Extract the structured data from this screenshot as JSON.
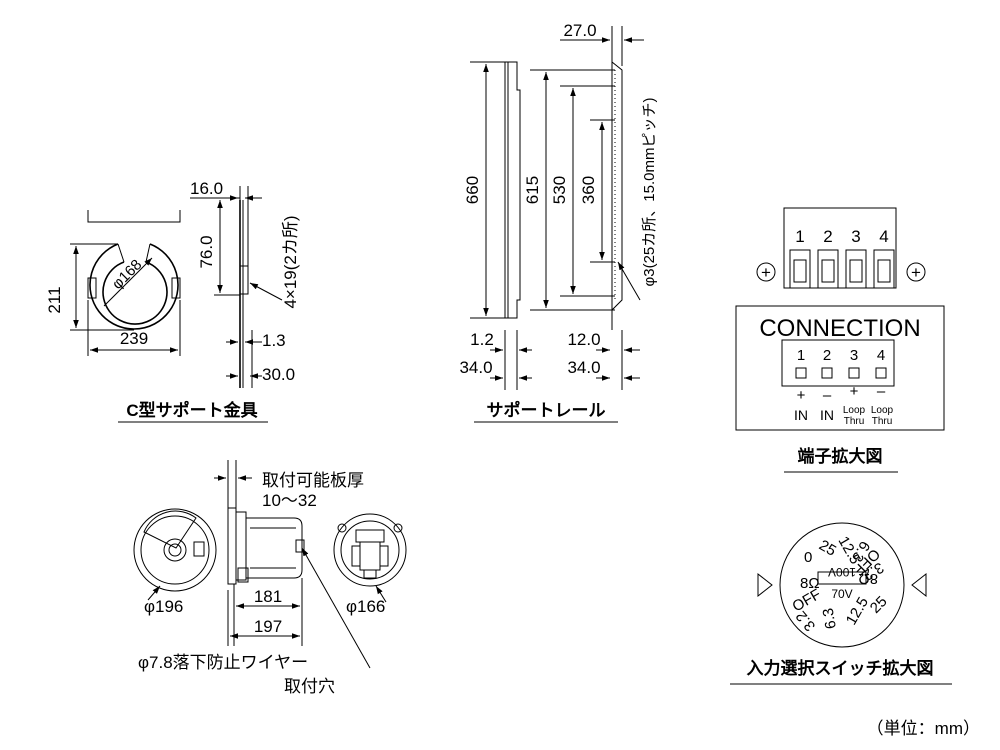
{
  "captions": {
    "c_bracket": "C型サポート金具",
    "support_rail": "サポートレール",
    "terminal": "端子拡大図",
    "selector": "入力選択スイッチ拡大図",
    "unit": "（単位：mm）"
  },
  "c_bracket": {
    "height": "211",
    "width": "239",
    "hole_dia": "φ168",
    "thickness": "16.0",
    "offset": "76.0",
    "slot": "4×19(2カ所)",
    "plate": "1.3",
    "depth": "30.0"
  },
  "rail": {
    "top_width": "27.0",
    "len_total": "660",
    "len_615": "615",
    "len_530": "530",
    "len_360": "360",
    "hole_note": "φ3(25カ所、15.0mmピッチ)",
    "plate_left": "1.2",
    "plate_right": "12.0",
    "width_left": "34.0",
    "width_right": "34.0"
  },
  "speaker": {
    "panel_label_1": "取付可能板厚",
    "panel_label_2": "10～32",
    "dia_front": "φ196",
    "dia_rear": "φ166",
    "len_181": "181",
    "len_197": "197",
    "wire_note_1": "φ7.8落下防止ワイヤー",
    "wire_note_2": "取付穴"
  },
  "terminal": {
    "top_numbers": [
      "1",
      "2",
      "3",
      "4"
    ],
    "connection_title": "CONNECTION",
    "inner_numbers": [
      "1",
      "2",
      "3",
      "4"
    ],
    "sign_labels": [
      "+",
      "–",
      "+",
      "–"
    ],
    "in_labels": [
      "IN",
      "IN"
    ],
    "loop_labels": [
      "Loop",
      "Thru",
      "Loop",
      "Thru"
    ],
    "plus_symbol": "+"
  },
  "selector": {
    "labels": [
      "25",
      "12.5",
      "6.3",
      "OFF",
      "8Ω",
      "100V",
      "70V",
      "8Ω",
      "OFF",
      "25",
      "12.5",
      "6.3",
      "3.2",
      "3.2",
      "0"
    ]
  }
}
